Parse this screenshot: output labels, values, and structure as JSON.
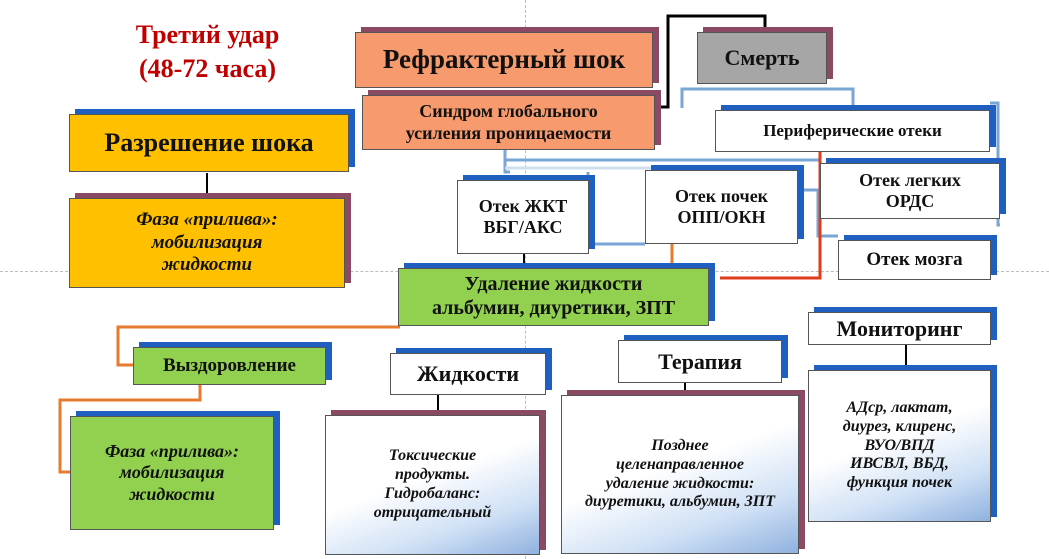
{
  "title": {
    "line1": "Третий удар",
    "line2": "(48-72 часа)"
  },
  "nodes": {
    "refractory_shock": "Рефрактерный шок",
    "death": "Смерть",
    "syndrome": {
      "line1": "Синдром глобального",
      "line2": "усиления проницаемости"
    },
    "peripheral_edema": "Периферические отеки",
    "shock_resolution": "Разрешение шока",
    "phase_tide_top": {
      "line1": "Фаза «прилива»:",
      "line2": "мобилизация",
      "line3": "жидкости"
    },
    "gi_edema": {
      "line1": "Отек ЖКТ",
      "line2": "ВБГ/АКС"
    },
    "kidney_edema": {
      "line1": "Отек почек",
      "line2": "ОПП/ОКН"
    },
    "lung_edema": {
      "line1": "Отек легких",
      "line2": "ОРДС"
    },
    "brain_edema": "Отек мозга",
    "fluid_removal": {
      "line1": "Удаление жидкости",
      "line2": "альбумин, диуретики, ЗПТ"
    },
    "recovery": "Выздоровление",
    "fluids": "Жидкости",
    "therapy": "Терапия",
    "monitoring": "Мониторинг",
    "phase_tide_bottom": {
      "line1": "Фаза «прилива»:",
      "line2": "мобилизация",
      "line3": "жидкости"
    },
    "fluids_detail": {
      "line1": "Токсические",
      "line2": "продукты.",
      "line3": "Гидробаланс:",
      "line4": "отрицательный"
    },
    "therapy_detail": {
      "line1": "Позднее",
      "line2": "целенаправленное",
      "line3": "удаление жидкости:",
      "line4": "диуретики, альбумин, ЗПТ"
    },
    "monitoring_detail": {
      "line1": "АДср, лактат,",
      "line2": "диурез, клиренс,",
      "line3": "ВУО/ВПД",
      "line4": "ИВСВЛ, ВБД,",
      "line5": "функция почек"
    }
  },
  "colors": {
    "title_red": "#c00000",
    "orange_fill": "#f79b6e",
    "gold_fill": "#ffc000",
    "gray_fill": "#a6a6a6",
    "green_fill": "#92d050",
    "blue_shadow": "#1f5fbf",
    "purple_shadow": "#8b4a63",
    "connector_blue": "#7aa6d6",
    "connector_orange": "#e87a2e",
    "connector_red": "#e03c1c"
  }
}
